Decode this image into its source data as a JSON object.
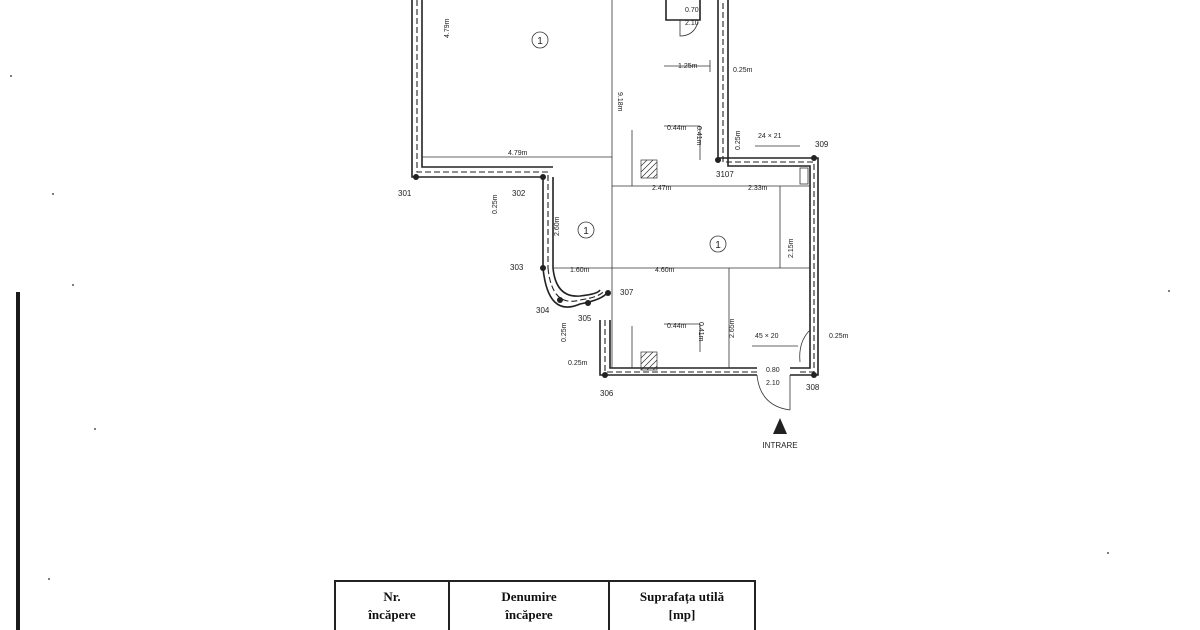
{
  "plan": {
    "rooms": [
      {
        "number": "1"
      },
      {
        "number": "1"
      },
      {
        "number": "1"
      }
    ],
    "points": [
      "301",
      "302",
      "303",
      "304",
      "305",
      "306",
      "307",
      "308",
      "309",
      "3107"
    ],
    "dimensions": {
      "d_479_vertical": "4.79m",
      "d_479_horizontal": "4.79m",
      "d_918": "9.18m",
      "d_070": "0.70",
      "d_210_top": "2.10",
      "d_125": "1.25m",
      "d_025_a": "0.25m",
      "d_025_b": "0.25m",
      "d_025_c": "0.25m",
      "d_025_d": "0.25m",
      "d_025_e": "0.25m",
      "d_025_f": "0.25m",
      "d_044_top": "0.44m",
      "d_041_top": "0.41m",
      "d_044_bot": "0.44m",
      "d_041_bot": "0.41m",
      "d_247": "2.47m",
      "d_233": "2.33m",
      "d_260": "2.60m",
      "d_215": "2.15m",
      "d_160": "1.60m",
      "d_460": "4.60m",
      "d_265": "2.65m",
      "d_080": "0.80",
      "d_210_bot": "2.10",
      "win_top": "24 × 21",
      "win_bot": "45 × 20"
    },
    "entrance_label": "INTRARE"
  },
  "legend_table": {
    "headers": [
      {
        "line1": "Nr.",
        "line2": "încăpere"
      },
      {
        "line1": "Denumire",
        "line2": "încăpere"
      },
      {
        "line1": "Suprafața utilă",
        "line2": "[mp]"
      }
    ]
  }
}
